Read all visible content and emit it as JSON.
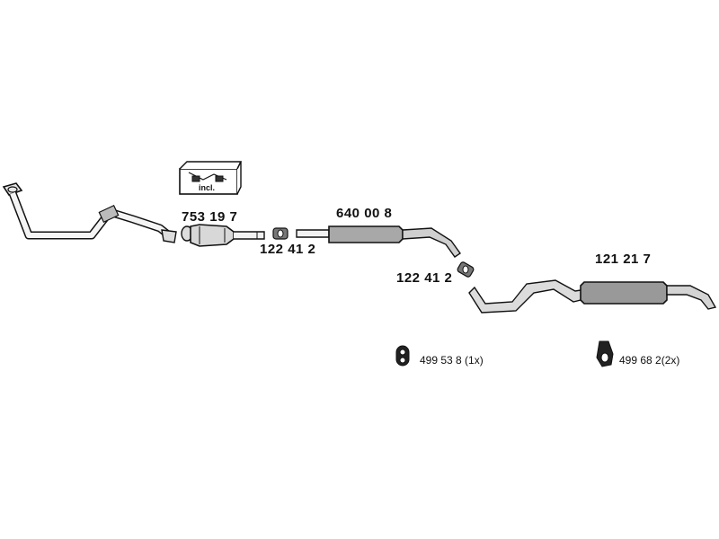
{
  "diagram": {
    "kit_box": {
      "label": "incl."
    },
    "parts": {
      "catalyst": "753 19 7",
      "clamp_1": "122 41 2",
      "middle_silencer": "640 00 8",
      "clamp_2": "122 41 2",
      "rear_silencer": "121 21 7"
    },
    "mounts": {
      "mount_1": "499 53 8 (1x)",
      "mount_2": "499 68 2(2x)"
    }
  }
}
